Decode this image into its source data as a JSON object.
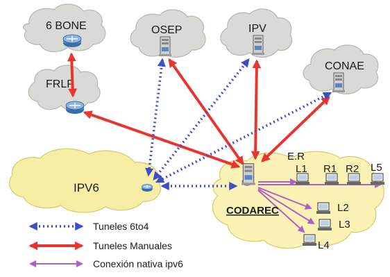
{
  "clouds": {
    "bone": "6 BONE",
    "frlp": "FRLP",
    "osep": "OSEP",
    "ipv": "IPV",
    "conae": "CONAE",
    "ipv6": "IPV6"
  },
  "local": {
    "codarec": "CODAREC",
    "er": "E.R",
    "nodes": [
      "L1",
      "R1",
      "R2",
      "L5",
      "L2",
      "L3",
      "L4"
    ]
  },
  "legend": {
    "tunnels_6to4": "Tuneles 6to4",
    "manual_tunnels": "Tuneles Manuales",
    "native_ipv6": "Conexión nativa ipv6"
  },
  "colors": {
    "cloud_fill": "#d9d9d6",
    "cloud_stroke": "#b5b5b0",
    "local_cloud_fill": "#fbf3b6",
    "local_cloud_stroke": "#d8c96a",
    "tunnel_6to4": "#3a4fc8",
    "manual_tunnel": "#e8352e",
    "native_ipv6": "#b05ec4"
  },
  "icons": {
    "router": "router-icon",
    "server": "server-icon",
    "workstation": "workstation-icon"
  }
}
